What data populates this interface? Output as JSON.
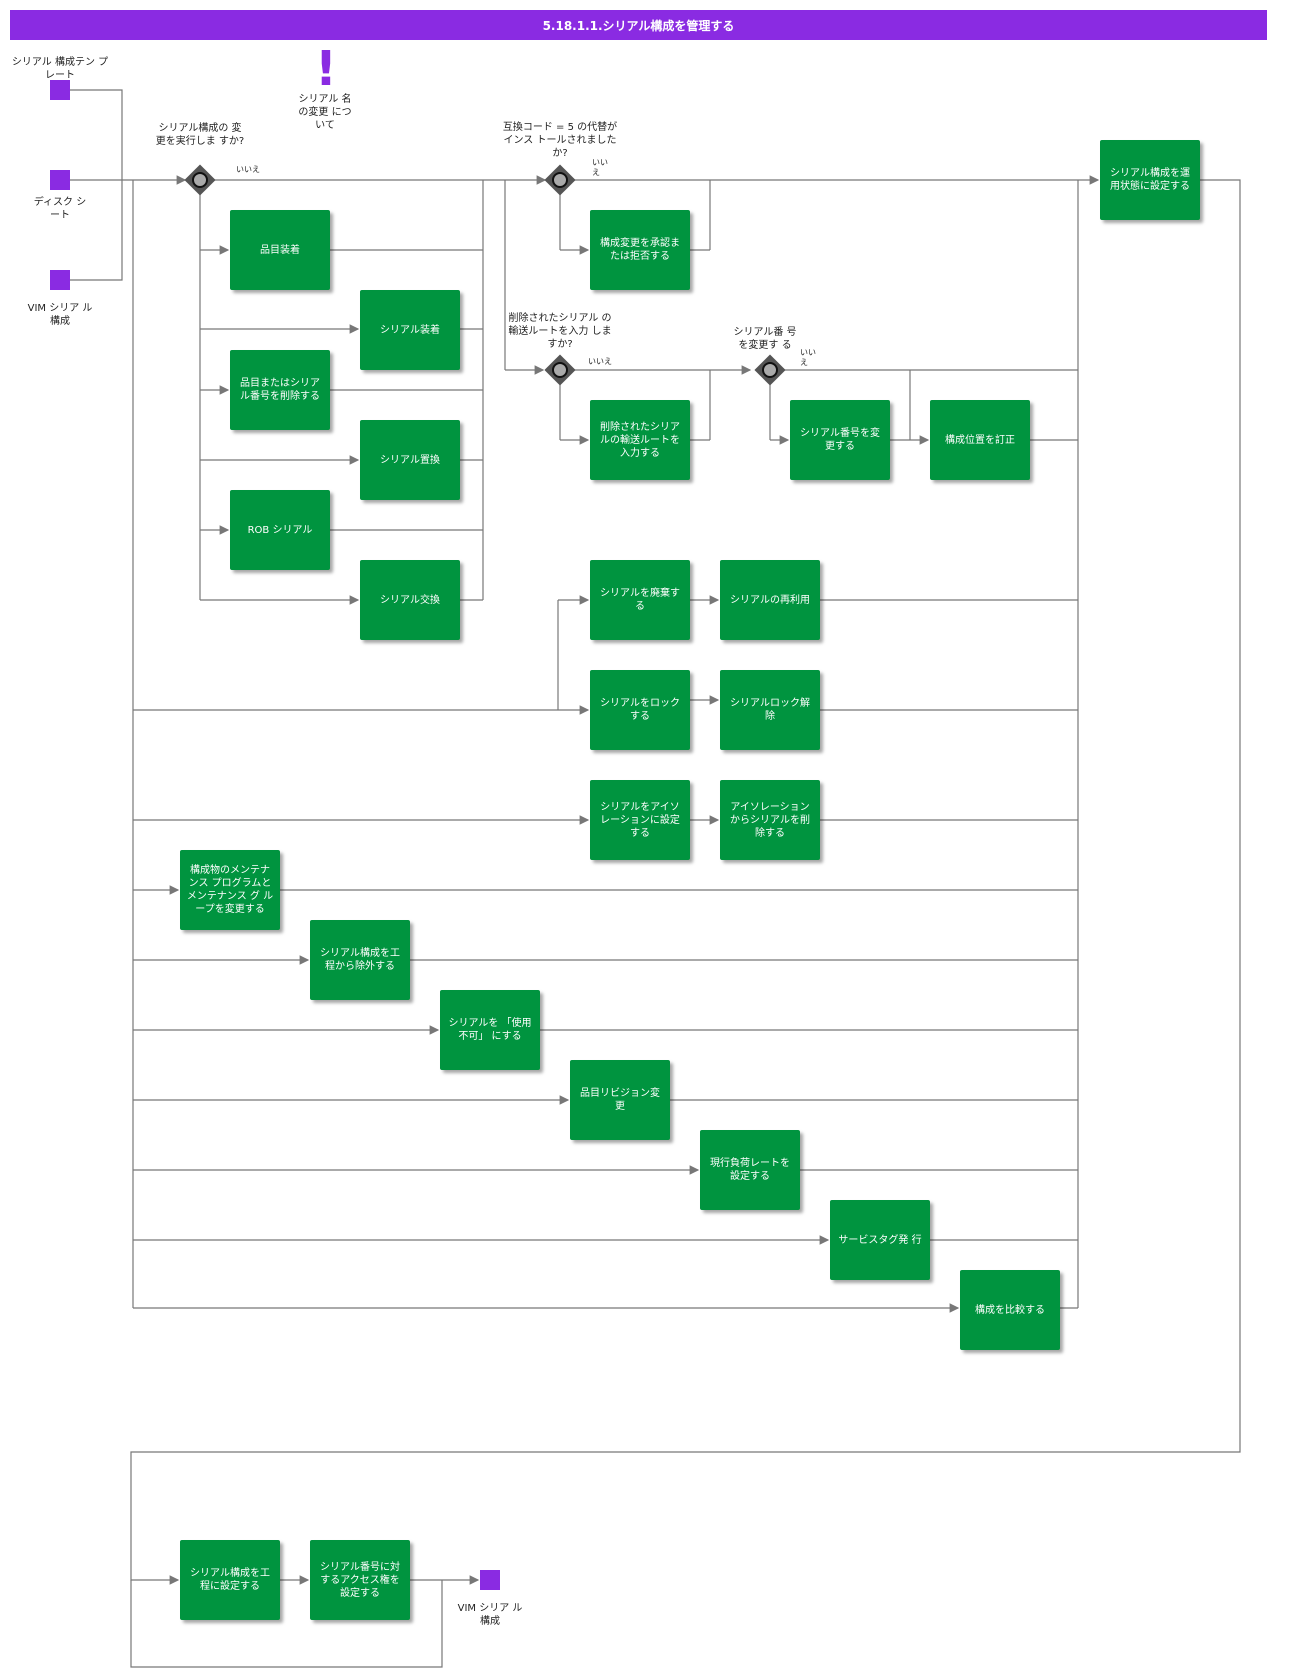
{
  "title": "5.18.1.1.シリアル構成を管理する",
  "colors": {
    "header": "#8a2be2",
    "task": "#00943f",
    "event": "#8a2be2",
    "line": "#777777"
  },
  "inputs": {
    "template": "シリアル 構成テン プレート",
    "disk": "ディスク シート",
    "vim": "VIM シリア ル構成"
  },
  "note": "シリアル 名の変更 について",
  "gateways": {
    "g1": "シリアル構成の 変更を実行しま すか?",
    "g2": "互換コード = 5 の代替がインス トールされましたか?",
    "g3": "削除されたシリアル の輸送ルートを入力 しますか?",
    "g4": "シリアル番 号を変更す る"
  },
  "no_label": "いいえ",
  "tasks": {
    "hinmoku_sochaku": "品目装着",
    "serial_sochaku": "シリアル装着",
    "sakujo": "品目またはシリア ル番号を削除する",
    "serial_chikan": "シリアル置換",
    "rob": "ROB シリアル",
    "serial_kokan": "シリアル交換",
    "approve": "構成変更を承認ま たは拒否する",
    "route": "削除されたシリア ルの輸送ルートを 入力する",
    "change_sn": "シリアル番号を変 更する",
    "position": "構成位置を訂正",
    "haiki": "シリアルを廃棄す る",
    "reuse": "シリアルの再利用",
    "lock": "シリアルをロック する",
    "unlock": "シリアルロック解 除",
    "isolate": "シリアルをアイソ レーションに設定 する",
    "unisolate": "アイソレーション からシリアルを削 除する",
    "maint": "構成物のメンテナ ンス プログラムと メンテナンス グ ループを変更する",
    "exclude": "シリアル構成を工 程から除外する",
    "disable": "シリアルを 「使用不可」 にする",
    "revision": "品目リビジョン変 更",
    "load": "現行負荷レートを 設定する",
    "tag": "サービスタグ発 行",
    "compare": "構成を比較する",
    "operational": "シリアル構成を運 用状態に設定する",
    "set_process": "シリアル構成を工 程に設定する",
    "access": "シリアル番号に対 するアクセス権を 設定する"
  },
  "output": "VIM シリア ル構成"
}
